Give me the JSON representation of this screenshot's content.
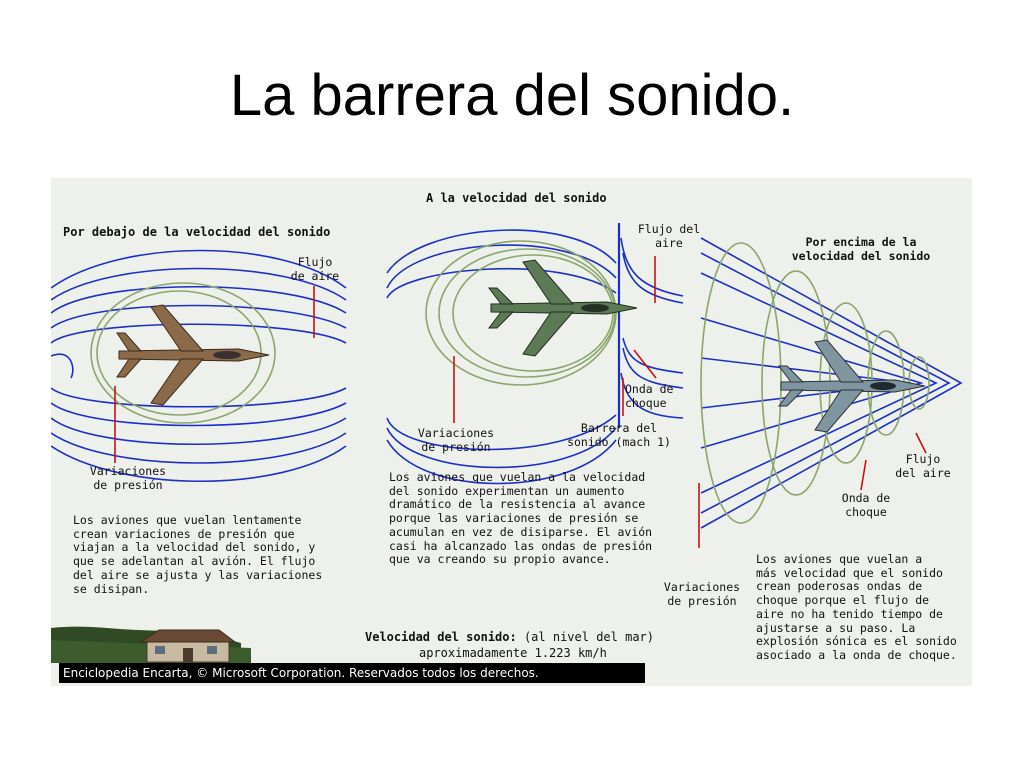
{
  "title": "La barrera del sonido.",
  "panels": {
    "below": {
      "heading": "Por debajo de la velocidad del sonido",
      "airflow_label": "Flujo\nde aire",
      "pressure_label": "Variaciones\nde presión",
      "description": "Los aviones que vuelan lentamente\ncrean variaciones de presión que\nviajan a la velocidad del sonido, y\nque se adelantan al avión. El flujo\ndel aire se ajusta y las variaciones\nse disipan."
    },
    "at": {
      "heading": "A la velocidad del sonido",
      "airflow_label": "Flujo del\naire",
      "shockwave_label": "Onda de\nchoque",
      "barrier_label": "Barrera del\nsonido (mach 1)",
      "pressure_label": "Variaciones\nde presión",
      "description": "Los aviones que vuelan a la velocidad\ndel sonido experimentan un aumento\ndramático de la resistencia al avance\nporque las variaciones de presión se\nacumulan en vez de disiparse. El avión\ncasi ha alcanzado las ondas de presión\nque va creando su propio avance."
    },
    "above": {
      "heading": "Por encima de la\nvelocidad del sonido",
      "airflow_label": "Flujo\ndel aire",
      "shockwave_label": "Onda de\nchoque",
      "pressure_label": "Variaciones\nde presión",
      "description": "Los aviones que vuelan a\nmás velocidad que el sonido\ncrean poderosas ondas de\nchoque porque el flujo de\naire no ha tenido tiempo de\najustarse a su paso. La\nexplosión sónica es el sonido\nasociado a la onda de choque."
    }
  },
  "speed_of_sound": {
    "label": "Velocidad del sonido:",
    "qualifier": "(al nivel del mar)",
    "value": "aproximadamente 1.223 km/h"
  },
  "credit": "Enciclopedia Encarta, © Microsoft Corporation. Reservados todos los derechos.",
  "colors": {
    "flow_lines": "#1a2fc8",
    "pressure_waves": "#8aa66a",
    "annotation_lines": "#cc1111",
    "plane_brown": "#8b6a4a",
    "plane_green": "#5b7a55",
    "plane_grey": "#7f95a0"
  }
}
